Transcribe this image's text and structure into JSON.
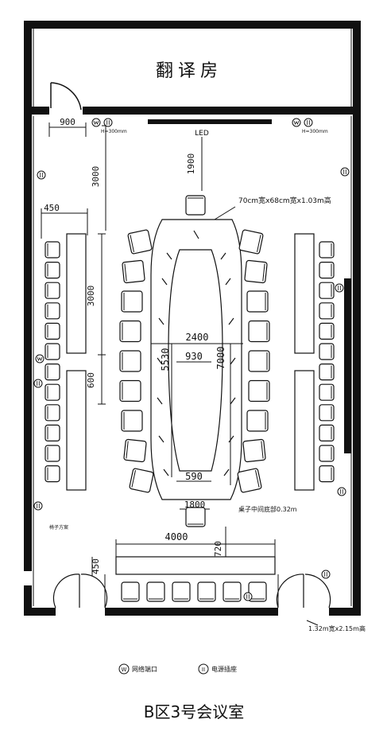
{
  "room": {
    "translation_room_label": "翻译房",
    "led_label": "LED",
    "title": "B区3号会议室"
  },
  "dimensions": {
    "door_width": "900",
    "outlet_height_left": "H=300mm",
    "outlet_height_right": "H=300mm",
    "led_gap": "1900",
    "wall_to_seats": "3000",
    "side_gap": "450",
    "side_desk_length": "3000",
    "side_desk_gap": "600",
    "table_spec": "70cm宽x68cm宽x1.03m高",
    "table_width": "2400",
    "inner_width": "930",
    "inner_length": "5530",
    "table_length": "7000",
    "inner_bottom": "590",
    "table_end": "1800",
    "floor_box_note": "桌子中间底部0.32m",
    "back_desk_length": "4000",
    "back_gap": "720",
    "back_desk_depth": "450",
    "door_spec": "1.32m宽x2.15m高",
    "side_note": "椅子方案"
  },
  "legend": {
    "network": {
      "symbol": "W",
      "label": "网络端口"
    },
    "power": {
      "symbol": "II",
      "label": "电源插座"
    }
  },
  "chairs": {
    "left_wall_count": 12,
    "right_wall_count": 12,
    "table_left_count": 9,
    "table_right_count": 9,
    "table_end_count": 2,
    "back_row_count": 6
  }
}
